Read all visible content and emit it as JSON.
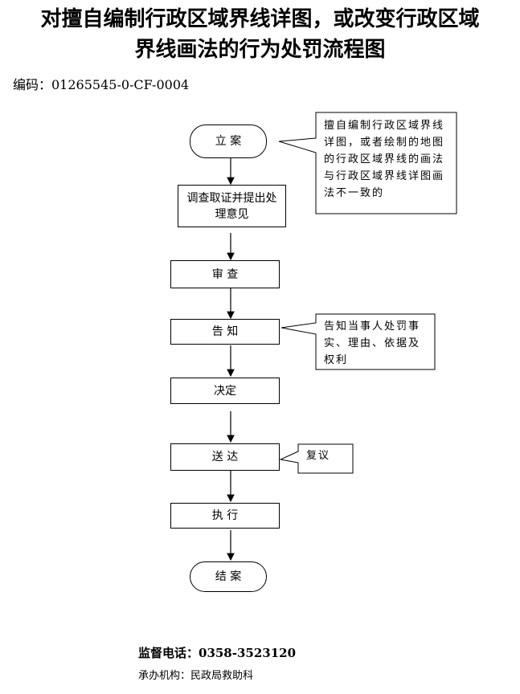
{
  "title": {
    "line1": "对擅自编制行政区域界线详图，或改变行政区域",
    "line2": "界线画法的行为处罚流程图"
  },
  "code": "编码：01265545-0-CF-0004",
  "flow": {
    "start": "立 案",
    "investigate": "调查取证并提出处理意见",
    "review": "审 查",
    "notify": "告 知",
    "decide": "决定",
    "deliver": "送 达",
    "execute": "执 行",
    "end": "结 案"
  },
  "notes": {
    "case_note": "擅自编制行政区域界线详图，或者绘制的地图的行政区域界线的画法与行政区域界线详图画法不一致的",
    "notify_note": "告知当事人处罚事实、理由、依据及权利",
    "review_note": "复议"
  },
  "footer": {
    "phone": "监督电话：0358-3523120",
    "org": "承办机构：民政局救助科"
  }
}
